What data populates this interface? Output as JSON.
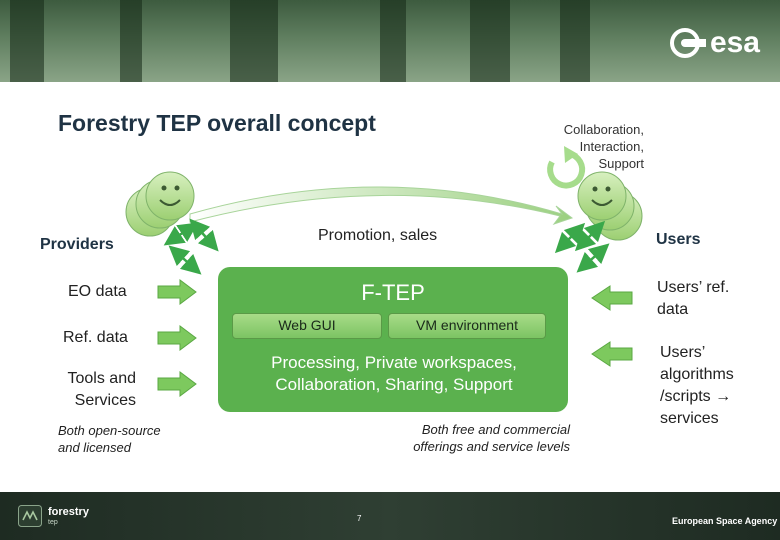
{
  "header": {
    "logo_text": "esa"
  },
  "slide": {
    "title": "Forestry TEP overall concept",
    "collab_note": [
      "Collaboration,",
      "Interaction,",
      "Support"
    ],
    "promotion": "Promotion, sales",
    "providers_label": "Providers",
    "users_label": "Users",
    "left_inputs": [
      "EO data",
      "Ref. data",
      "Tools and",
      "Services"
    ],
    "right_inputs": {
      "ref_data": [
        "Users’ ref.",
        "data"
      ],
      "algorithms": [
        "Users’",
        "algorithms",
        "/scripts →",
        "services"
      ]
    },
    "platform": {
      "name": "F-TEP",
      "web_gui": "Web GUI",
      "vm": "VM environment",
      "services_line1": "Processing, Private workspaces,",
      "services_line2": "Collaboration, Sharing, Support"
    },
    "left_note": [
      "Both open-source",
      "and licensed"
    ],
    "right_note": [
      "Both free and commercial",
      "offerings and service levels"
    ]
  },
  "footer": {
    "brand_name": "forestry",
    "brand_sub": "tep",
    "page_number": "7",
    "agency": "European Space Agency"
  },
  "colors": {
    "accent_green": "#5bb14e",
    "arrow_green": "#7dc95e",
    "title_navy": "#1f3344"
  }
}
